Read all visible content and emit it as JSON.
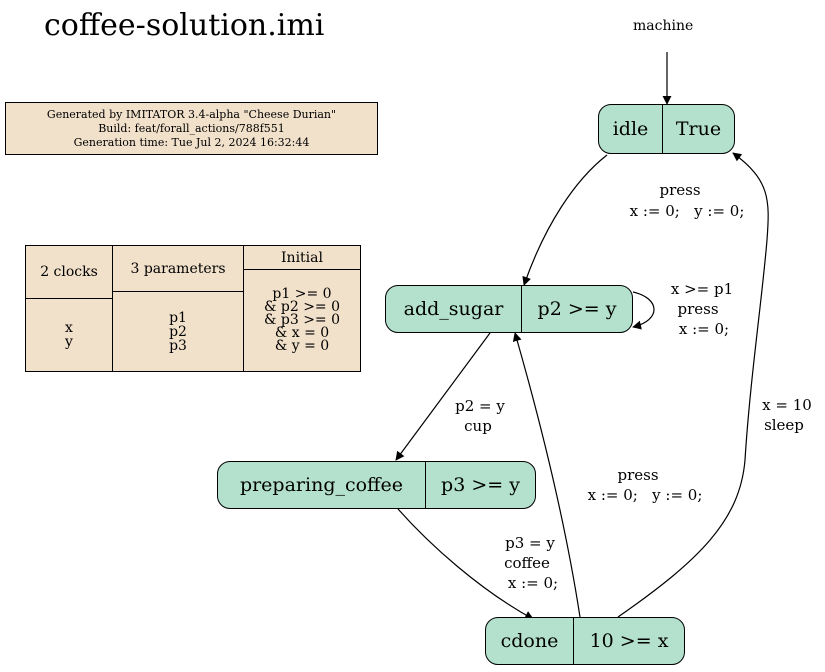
{
  "title": "coffee-solution.imi",
  "automaton": "machine",
  "info": {
    "line1": "Generated by IMITATOR 3.4-alpha \"Cheese Durian\"",
    "line2": "Build: feat/forall_actions/788f551",
    "line3": "Generation time: Tue Jul 2, 2024 16:32:44"
  },
  "declarations": {
    "clocks_header": "2 clocks",
    "clocks": [
      "x",
      "y"
    ],
    "params_header": "3 parameters",
    "params": [
      "p1",
      "p2",
      "p3"
    ],
    "initial_header": "Initial",
    "initial": [
      "p1 >= 0",
      "& p2 >= 0",
      "& p3 >= 0",
      "& x = 0",
      "& y = 0"
    ]
  },
  "locations": {
    "idle": {
      "name": "idle",
      "invariant": "True"
    },
    "add_sugar": {
      "name": "add_sugar",
      "invariant": "p2 >= y"
    },
    "preparing_coffee": {
      "name": "preparing_coffee",
      "invariant": "p3 >= y"
    },
    "cdone": {
      "name": "cdone",
      "invariant": "10 >= x"
    }
  },
  "transitions": {
    "idle_to_add_sugar": [
      "press",
      "x := 0;   y := 0;"
    ],
    "add_sugar_loop": [
      "x >= p1",
      "press",
      "x := 0;"
    ],
    "add_sugar_to_preparing": [
      "p2 = y",
      "cup"
    ],
    "preparing_to_cdone": [
      "p3 = y",
      "coffee",
      "x := 0;"
    ],
    "cdone_to_add_sugar": [
      "press",
      "x := 0;   y := 0;"
    ],
    "cdone_to_idle": [
      "x = 10",
      "sleep"
    ]
  },
  "colors": {
    "location_fill": "#b3e1cd",
    "info_fill": "#f1e1cb"
  }
}
